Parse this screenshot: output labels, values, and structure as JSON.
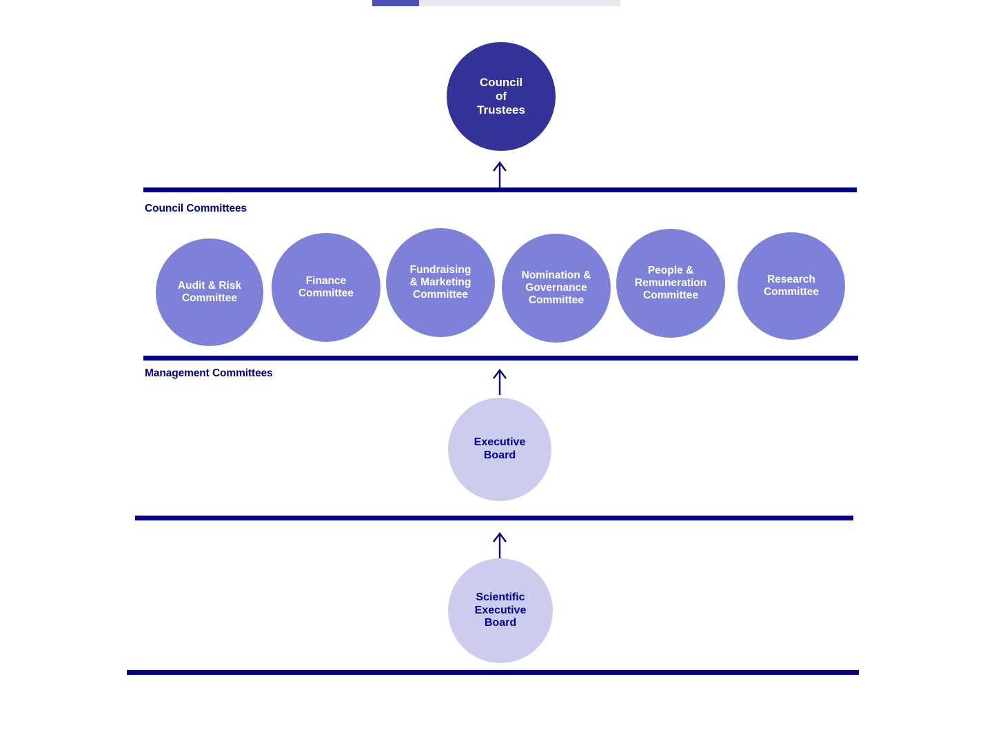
{
  "diagram": {
    "title_top_node": "Council\nof\nTrustees",
    "sections": {
      "council_committees_label": "Council Committees",
      "management_committees_label": "Management Committees"
    },
    "council_committees": [
      {
        "label": "Audit & Risk\nCommittee"
      },
      {
        "label": "Finance\nCommittee"
      },
      {
        "label": "Fundraising\n& Marketing\nCommittee"
      },
      {
        "label": "Nomination &\nGovernance\nCommittee"
      },
      {
        "label": "People &\nRemuneration\nCommittee"
      },
      {
        "label": "Research\nCommittee"
      }
    ],
    "management_nodes": [
      {
        "label": "Executive\nBoard"
      },
      {
        "label": "Scientific\nExecutive\nBoard"
      }
    ],
    "colors": {
      "top_node_fill": "#33339a",
      "committee_fill": "#7d82d8",
      "management_fill": "#ccccec",
      "rule_and_text": "#000080",
      "management_text": "#000099",
      "committee_text": "#ffffff",
      "topbar_fill": "#4c52b5",
      "topbar_track": "#e6e6ef"
    }
  }
}
